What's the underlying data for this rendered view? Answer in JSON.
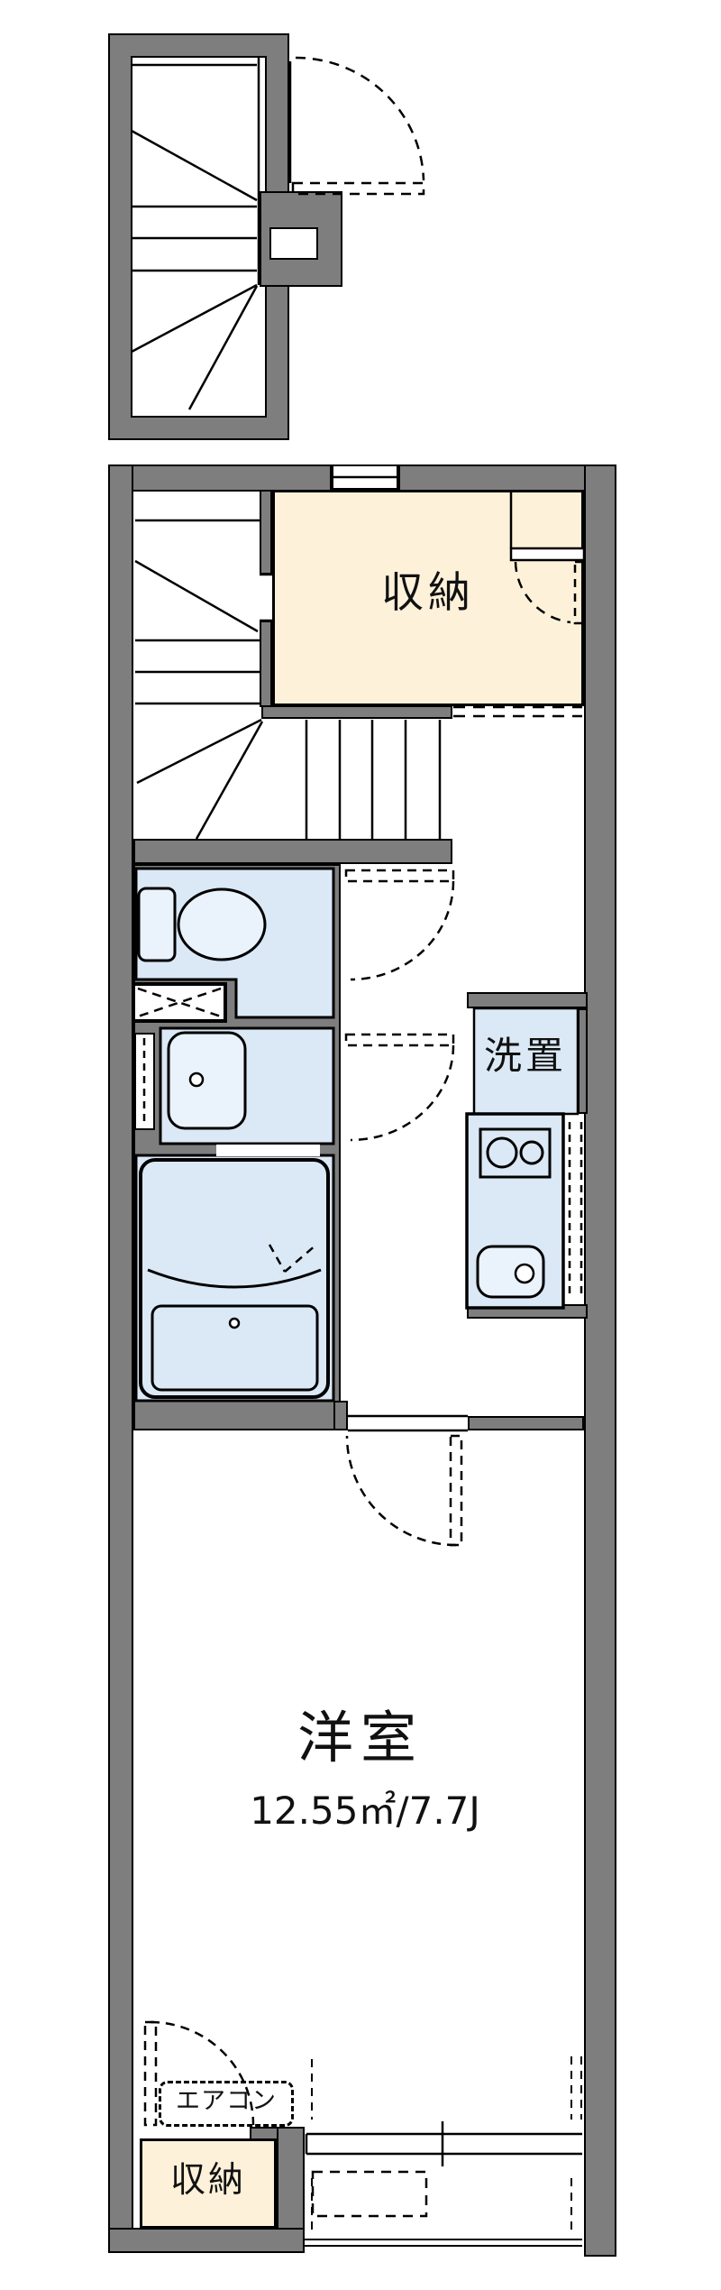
{
  "plan": {
    "upper_closet_label": "収納",
    "washer_space_label": "洗置",
    "main_room_label": "洋室",
    "main_room_size": "12.55㎡/7.7J",
    "aircon_label": "エアコン",
    "lower_closet_label": "収納"
  },
  "colors": {
    "wall": "#7e7e7e",
    "line": "#000000",
    "closet_fill": "#fdf1d9",
    "water_fill": "#dbe8f6",
    "fixture_fill": "#eaf2fb",
    "background": "#ffffff"
  }
}
